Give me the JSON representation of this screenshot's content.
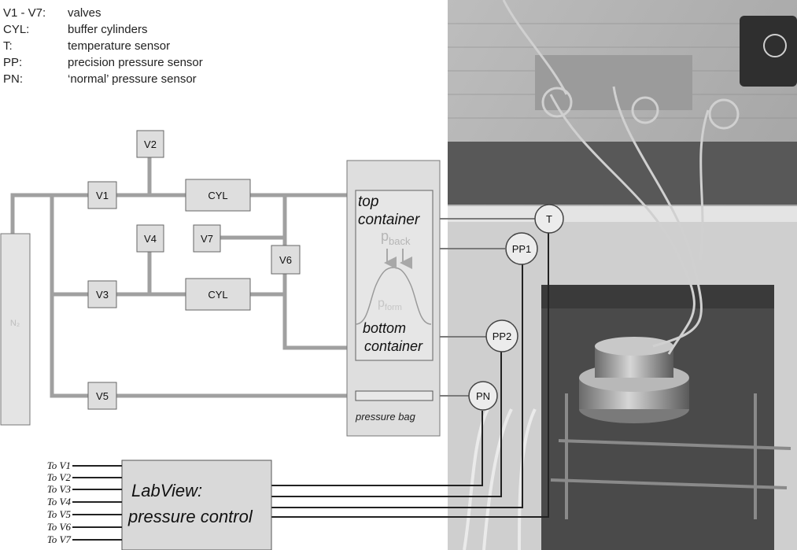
{
  "legend": [
    {
      "key": "V1 - V7:",
      "desc": "valves"
    },
    {
      "key": "CYL:",
      "desc": "buffer cylinders"
    },
    {
      "key": "T:",
      "desc": "temperature sensor"
    },
    {
      "key": "PP:",
      "desc": "precision pressure sensor"
    },
    {
      "key": "PN:",
      "desc": "‘normal’ pressure sensor"
    }
  ],
  "nodes": {
    "v1": "V1",
    "v2": "V2",
    "v3": "V3",
    "v4": "V4",
    "v5": "V5",
    "v6": "V6",
    "v7": "V7",
    "cyl_top": "CYL",
    "cyl_bottom": "CYL",
    "t": "T",
    "pp1": "PP1",
    "pp2": "PP2",
    "pn": "PN",
    "n2": "N₂"
  },
  "container": {
    "top_line1": "top",
    "top_line2": "container",
    "bottom_line1": "bottom",
    "bottom_line2": "container",
    "p_back": "p",
    "p_back_sub": "back",
    "p_form": "p",
    "p_form_sub": "form",
    "pressure_bag": "pressure bag"
  },
  "labview": {
    "line1": "LabView:",
    "line2": "pressure control",
    "inputs": [
      "To V1",
      "To V2",
      "To V3",
      "To V4",
      "To V5",
      "To V6",
      "To V7"
    ]
  },
  "colors": {
    "pipe": "#a0a0a0",
    "wire": "#333333",
    "box_fill": "#dedede",
    "node_fill": "#e6e6e6",
    "photo_bg": "#6f6f6f"
  }
}
